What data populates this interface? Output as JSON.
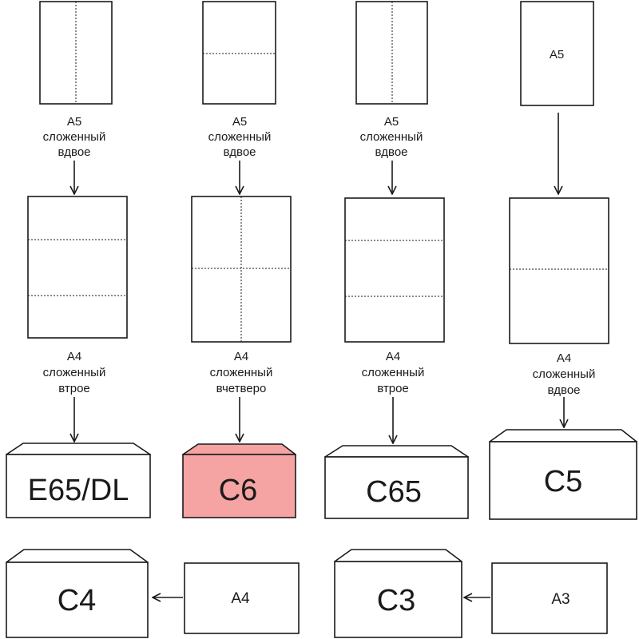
{
  "colors": {
    "line": "#1a1a1a",
    "background": "#ffffff",
    "highlight_envelope": "#f5a3a3"
  },
  "columns": [
    {
      "id": "col1",
      "top_sheet": {
        "label": "A5",
        "fold": "vertical"
      },
      "top_caption": [
        "A5",
        "сложенный",
        "вдвое"
      ],
      "mid_sheet": {
        "label": "A4",
        "fold": "thirds"
      },
      "mid_caption": [
        "A4",
        "сложенный",
        "втрое"
      ],
      "envelope": {
        "code": "E65/DL",
        "highlighted": false
      }
    },
    {
      "id": "col2",
      "top_sheet": {
        "label": "A5",
        "fold": "horizontal"
      },
      "top_caption": [
        "A5",
        "сложенный",
        "вдвое"
      ],
      "mid_sheet": {
        "label": "A4",
        "fold": "quarters"
      },
      "mid_caption": [
        "A4",
        "сложенный",
        "вчетверо"
      ],
      "envelope": {
        "code": "C6",
        "highlighted": true
      }
    },
    {
      "id": "col3",
      "top_sheet": {
        "label": "A5",
        "fold": "vertical"
      },
      "top_caption": [
        "A5",
        "сложенный",
        "вдвое"
      ],
      "mid_sheet": {
        "label": "A4",
        "fold": "thirds"
      },
      "mid_caption": [
        "A4",
        "сложенный",
        "втрое"
      ],
      "envelope": {
        "code": "C65",
        "highlighted": false
      }
    },
    {
      "id": "col4",
      "top_sheet": {
        "label": "A5",
        "fold": "none"
      },
      "top_caption": [],
      "mid_sheet": {
        "label": "A4",
        "fold": "half"
      },
      "mid_caption": [
        "A4",
        "сложенный",
        "вдвое"
      ],
      "envelope": {
        "code": "C5",
        "highlighted": false
      }
    }
  ],
  "bottom_pairs": [
    {
      "id": "pair1",
      "sheet_label": "A4",
      "envelope_code": "C4"
    },
    {
      "id": "pair2",
      "sheet_label": "A3",
      "envelope_code": "C3"
    }
  ]
}
